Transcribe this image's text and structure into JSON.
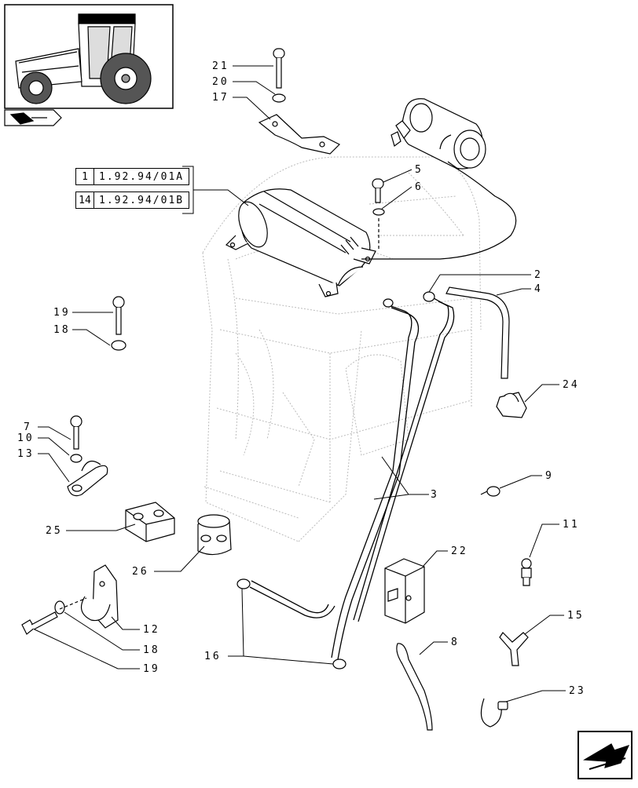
{
  "references": [
    {
      "num": "1",
      "code": "1.92.94/01A"
    },
    {
      "num": "14",
      "code": "1.92.94/01B"
    }
  ],
  "callouts": {
    "c2": "2",
    "c3": "3",
    "c4": "4",
    "c5": "5",
    "c6": "6",
    "c7": "7",
    "c8": "8",
    "c9": "9",
    "c10": "10",
    "c11": "11",
    "c12": "12",
    "c13": "13",
    "c15": "15",
    "c16": "16",
    "c17": "17",
    "c18a": "18",
    "c18b": "18",
    "c19a": "19",
    "c19b": "19",
    "c20": "20",
    "c21": "21",
    "c22": "22",
    "c23": "23",
    "c24": "24",
    "c25": "25",
    "c26": "26"
  },
  "icons": {
    "thumbnail": "tractor-thumbnail-icon",
    "catalog_tab": "catalog-tab-icon",
    "next_page": "next-page-arrow-icon"
  }
}
